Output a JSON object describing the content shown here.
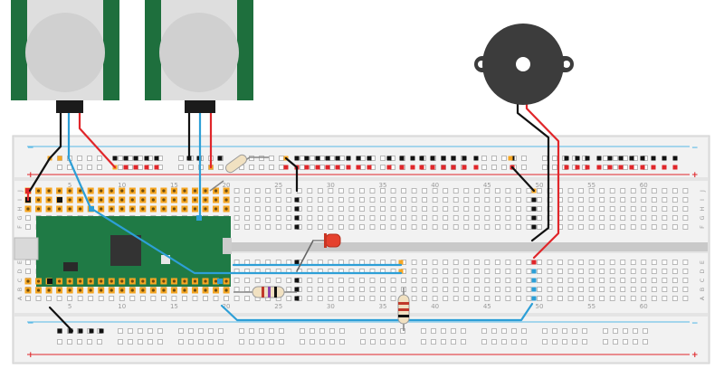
{
  "breadboard": {
    "column_numbers": [
      "5",
      "10",
      "15",
      "20",
      "25",
      "30",
      "35",
      "40",
      "45",
      "50",
      "55",
      "60"
    ],
    "row_letters_top": [
      "J",
      "I",
      "H",
      "G",
      "F"
    ],
    "row_letters_bottom": [
      "E",
      "D",
      "C",
      "B",
      "A"
    ],
    "rail_minus": "−",
    "rail_plus": "+"
  },
  "components": {
    "pir_sensors": 2,
    "piezo_buzzers": 1,
    "leds": 1,
    "resistors": 3,
    "microcontroller": "Raspberry Pi Pico"
  },
  "colors": {
    "wire_black": "#111111",
    "wire_red": "#e0262a",
    "wire_blue": "#2d9fd7",
    "rail_red": "#e0262a",
    "rail_blue": "#57b8e6",
    "pico_green": "#1f7a45",
    "pir_green": "#1e6f3d",
    "pin_orange": "#f5a623",
    "led_red": "#e5412e"
  }
}
